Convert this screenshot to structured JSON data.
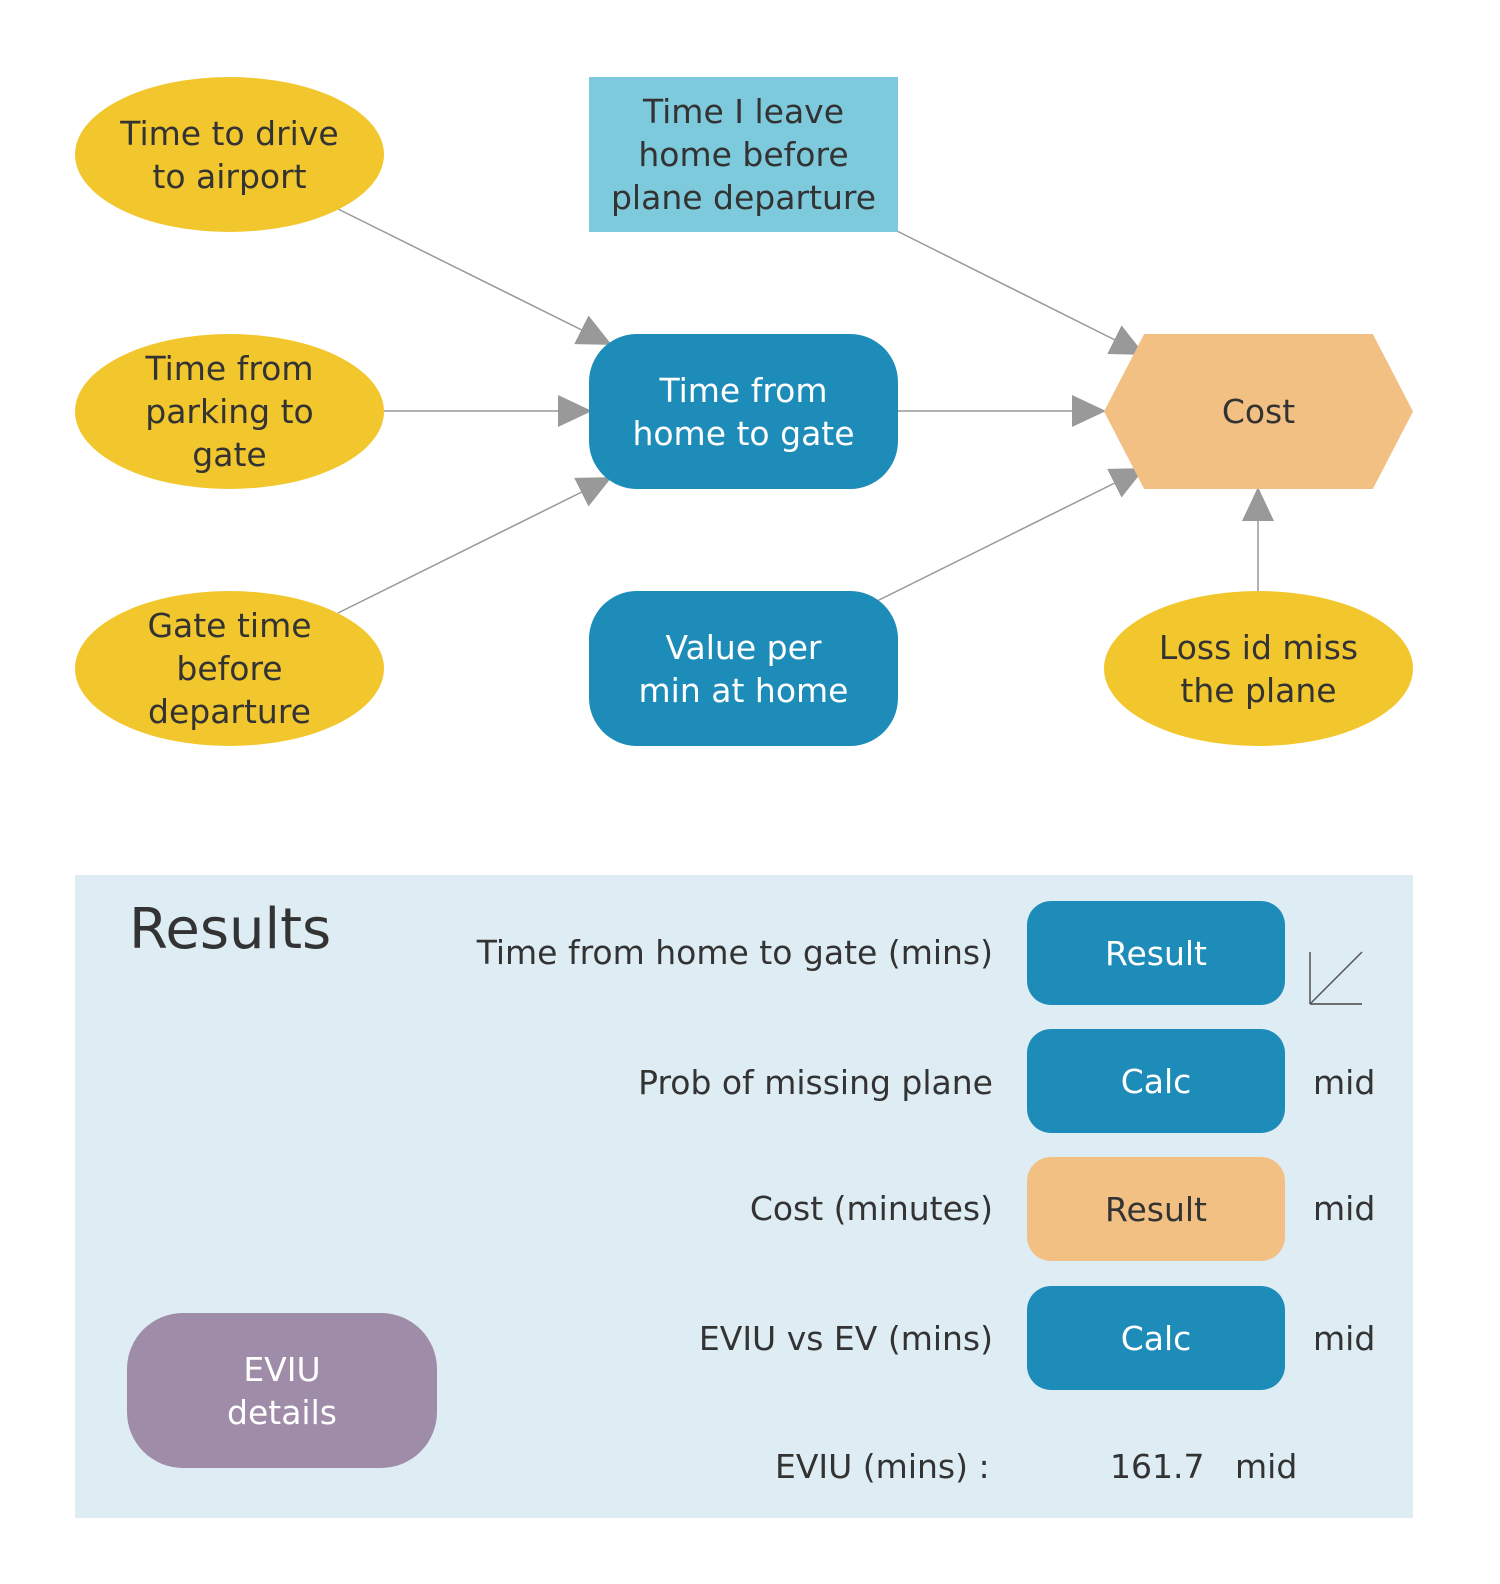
{
  "diagram": {
    "nodes": {
      "drive": {
        "label": "Time to drive\nto airport"
      },
      "parking": {
        "label": "Time from\nparking to\ngate"
      },
      "gate_time": {
        "label": "Gate time\nbefore\ndeparture"
      },
      "leave_home": {
        "label": "Time I leave\nhome before\nplane departure"
      },
      "home_to_gate": {
        "label": "Time from\nhome to gate"
      },
      "value_per_min": {
        "label": "Value per\nmin at home"
      },
      "cost": {
        "label": "Cost"
      },
      "loss": {
        "label": "Loss id miss\nthe plane"
      }
    },
    "edges": [
      {
        "from": "drive",
        "to": "home_to_gate"
      },
      {
        "from": "parking",
        "to": "home_to_gate"
      },
      {
        "from": "gate_time",
        "to": "home_to_gate"
      },
      {
        "from": "leave_home",
        "to": "cost"
      },
      {
        "from": "home_to_gate",
        "to": "cost"
      },
      {
        "from": "value_per_min",
        "to": "cost"
      },
      {
        "from": "loss",
        "to": "cost"
      }
    ],
    "colors": {
      "chance": "#f2c62d",
      "decision": "#7ecadd",
      "deterministic": "#1e8cb9",
      "objective": "#f3c083",
      "arrow": "#999999"
    }
  },
  "results": {
    "title": "Results",
    "rows": [
      {
        "label": "Time from home to gate (mins)",
        "button": "Result",
        "unit": "",
        "icon": "line-chart-icon"
      },
      {
        "label": "Prob of missing plane",
        "button": "Calc",
        "unit": "mid"
      },
      {
        "label": "Cost (minutes)",
        "button": "Result",
        "unit": "mid"
      },
      {
        "label": "EVIU vs EV (mins)",
        "button": "Calc",
        "unit": "mid"
      }
    ],
    "eviu": {
      "label": "EVIU (mins) :",
      "value": "161.7",
      "unit": "mid"
    },
    "eviu_details_button": "EVIU\ndetails",
    "colors": {
      "panel": "#deecf3",
      "button_blue": "#1e8cb9",
      "button_orange": "#f3c083",
      "button_purple": "#9f8ca8"
    }
  }
}
